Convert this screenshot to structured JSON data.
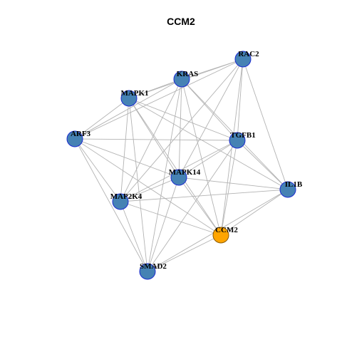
{
  "title": "CCM2",
  "colors": {
    "node_fill": "#4682b4",
    "node_stroke": "#1c2bd1",
    "focus_fill": "#ffa500",
    "focus_stroke": "#8b5a00",
    "edge": "#b3b3b3"
  },
  "focus_node": "CCM2",
  "nodes": [
    {
      "id": "RAC2",
      "label": "RAC2"
    },
    {
      "id": "KRAS",
      "label": "KRAS"
    },
    {
      "id": "MAPK1",
      "label": "MAPK1"
    },
    {
      "id": "ARF3",
      "label": "ARF3"
    },
    {
      "id": "TGFB1",
      "label": "TGFB1"
    },
    {
      "id": "MAPK14",
      "label": "MAPK14"
    },
    {
      "id": "IL1B",
      "label": "IL1B"
    },
    {
      "id": "MAP2K4",
      "label": "MAP2K4"
    },
    {
      "id": "CCM2",
      "label": "CCM2"
    },
    {
      "id": "SMAD2",
      "label": "SMAD2"
    }
  ],
  "edges": [
    [
      "RAC2",
      "KRAS"
    ],
    [
      "RAC2",
      "MAPK1"
    ],
    [
      "RAC2",
      "ARF3"
    ],
    [
      "RAC2",
      "TGFB1"
    ],
    [
      "RAC2",
      "MAPK14"
    ],
    [
      "RAC2",
      "IL1B"
    ],
    [
      "RAC2",
      "MAP2K4"
    ],
    [
      "RAC2",
      "CCM2"
    ],
    [
      "KRAS",
      "MAPK1"
    ],
    [
      "KRAS",
      "ARF3"
    ],
    [
      "KRAS",
      "TGFB1"
    ],
    [
      "KRAS",
      "MAPK14"
    ],
    [
      "KRAS",
      "IL1B"
    ],
    [
      "KRAS",
      "MAP2K4"
    ],
    [
      "KRAS",
      "CCM2"
    ],
    [
      "KRAS",
      "SMAD2"
    ],
    [
      "MAPK1",
      "ARF3"
    ],
    [
      "MAPK1",
      "TGFB1"
    ],
    [
      "MAPK1",
      "MAPK14"
    ],
    [
      "MAPK1",
      "IL1B"
    ],
    [
      "MAPK1",
      "MAP2K4"
    ],
    [
      "MAPK1",
      "CCM2"
    ],
    [
      "MAPK1",
      "SMAD2"
    ],
    [
      "ARF3",
      "TGFB1"
    ],
    [
      "ARF3",
      "MAPK14"
    ],
    [
      "ARF3",
      "MAP2K4"
    ],
    [
      "ARF3",
      "CCM2"
    ],
    [
      "ARF3",
      "SMAD2"
    ],
    [
      "TGFB1",
      "MAPK14"
    ],
    [
      "TGFB1",
      "IL1B"
    ],
    [
      "TGFB1",
      "MAP2K4"
    ],
    [
      "TGFB1",
      "CCM2"
    ],
    [
      "TGFB1",
      "SMAD2"
    ],
    [
      "MAPK14",
      "IL1B"
    ],
    [
      "MAPK14",
      "MAP2K4"
    ],
    [
      "MAPK14",
      "CCM2"
    ],
    [
      "MAPK14",
      "SMAD2"
    ],
    [
      "IL1B",
      "MAP2K4"
    ],
    [
      "IL1B",
      "CCM2"
    ],
    [
      "IL1B",
      "SMAD2"
    ],
    [
      "MAP2K4",
      "CCM2"
    ],
    [
      "MAP2K4",
      "SMAD2"
    ],
    [
      "CCM2",
      "SMAD2"
    ]
  ]
}
